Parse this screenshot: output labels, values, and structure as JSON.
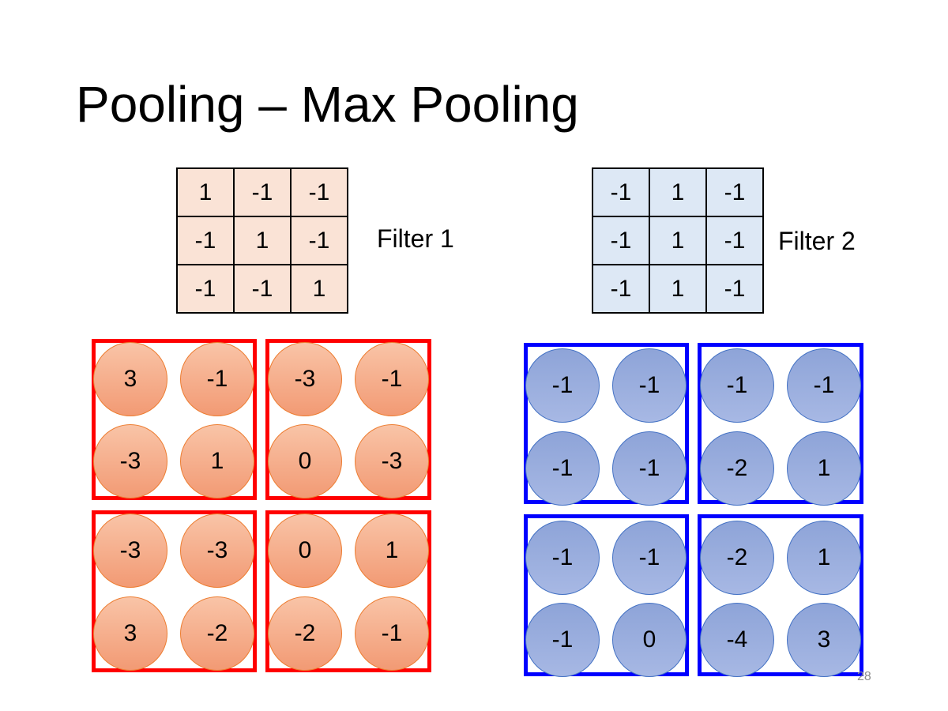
{
  "title": "Pooling – Max Pooling",
  "filter1": {
    "label": "Filter 1",
    "rows": [
      [
        "1",
        "-1",
        "-1"
      ],
      [
        "-1",
        "1",
        "-1"
      ],
      [
        "-1",
        "-1",
        "1"
      ]
    ],
    "fill_color": "#fae3d6"
  },
  "filter2": {
    "label": "Filter 2",
    "rows": [
      [
        "-1",
        "1",
        "-1"
      ],
      [
        "-1",
        "1",
        "-1"
      ],
      [
        "-1",
        "1",
        "-1"
      ]
    ],
    "fill_color": "#dde8f5"
  },
  "feature_map_1": {
    "color": "#ed7d31",
    "pool_border_color": "#ff0000",
    "rows": [
      [
        "3",
        "-1",
        "-3",
        "-1"
      ],
      [
        "-3",
        "1",
        "0",
        "-3"
      ],
      [
        "-3",
        "-3",
        "0",
        "1"
      ],
      [
        "3",
        "-2",
        "-2",
        "-1"
      ]
    ]
  },
  "feature_map_2": {
    "color": "#4472c4",
    "pool_border_color": "#0000ff",
    "rows": [
      [
        "-1",
        "-1",
        "-1",
        "-1"
      ],
      [
        "-1",
        "-1",
        "-2",
        "1"
      ],
      [
        "-1",
        "-1",
        "-2",
        "1"
      ],
      [
        "-1",
        "0",
        "-4",
        "3"
      ]
    ]
  },
  "page_number": "28"
}
